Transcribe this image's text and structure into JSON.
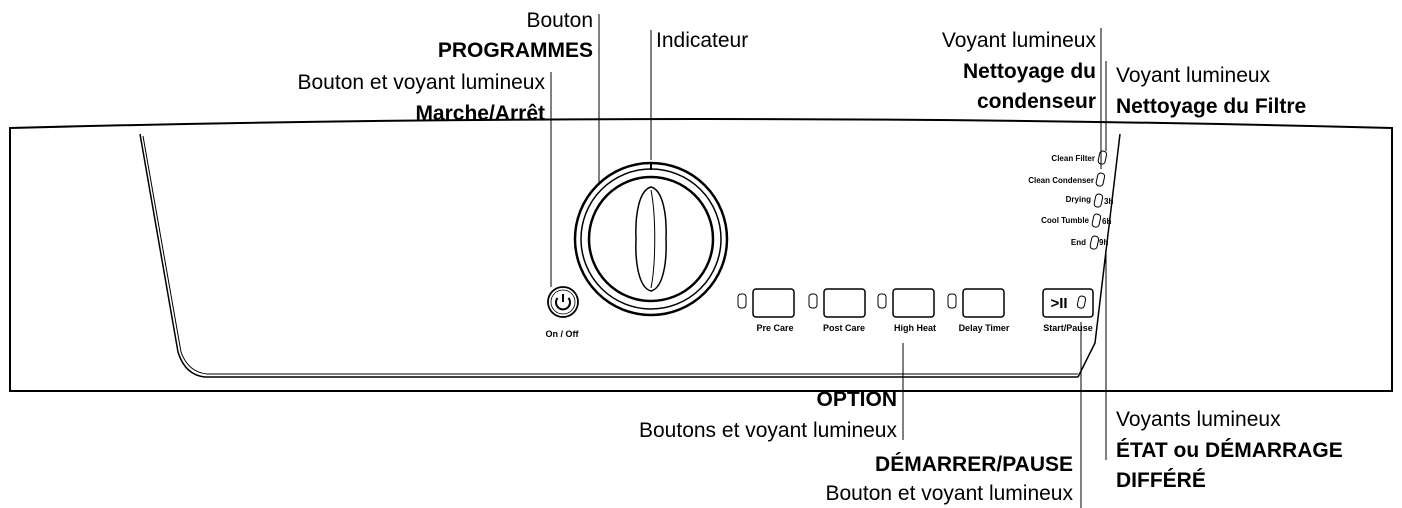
{
  "callouts": {
    "programmes_line1": "Bouton",
    "programmes_line2": "PROGRAMMES",
    "indicateur": "Indicateur",
    "onoff_line1": "Bouton et voyant lumineux",
    "onoff_line2": "Marche/Arrêt",
    "condenseur_line1": "Voyant lumineux",
    "condenseur_line2": "Nettoyage du",
    "condenseur_line3": "condenseur",
    "filtre_line1": "Voyant lumineux",
    "filtre_line2": "Nettoyage du Filtre",
    "option_line1": "OPTION",
    "option_line2": "Boutons et voyant lumineux",
    "start_line1": "DÉMARRER/PAUSE",
    "start_line2": "Bouton et voyant lumineux",
    "etat_line1": "Voyants lumineux",
    "etat_line2": "ÉTAT ou DÉMARRAGE",
    "etat_line3": "DIFFÉRÉ"
  },
  "panel": {
    "on_off_label": "On / Off",
    "option_buttons": [
      "Pre Care",
      "Post Care",
      "High Heat",
      "Delay Timer"
    ],
    "start_pause_label": "Start/Pause",
    "start_pause_symbol": ">II",
    "status_lights": [
      "Clean Filter",
      "Clean Condenser",
      "Drying",
      "Cool Tumble",
      "End"
    ],
    "delay_hours": [
      "3h",
      "6h",
      "9h"
    ]
  }
}
